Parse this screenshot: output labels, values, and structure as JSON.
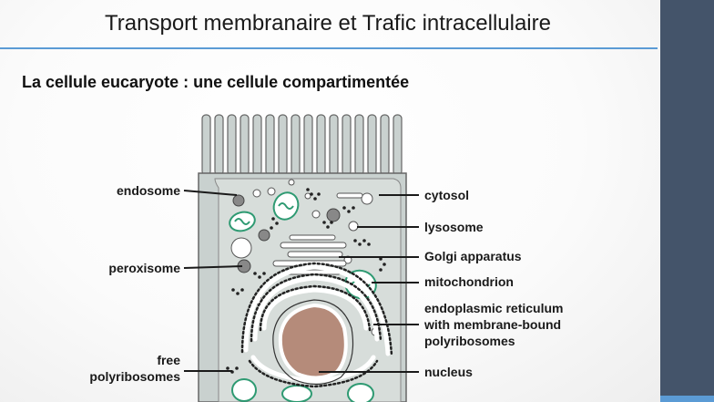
{
  "slide": {
    "title": "Transport membranaire et Trafic intracellulaire",
    "subtitle": "La cellule eucaryote : une cellule compartimentée"
  },
  "diagram": {
    "labels_left": {
      "endosome": "endosome",
      "peroxisome": "peroxisome",
      "free_line1": "free",
      "free_line2": "polyribosomes"
    },
    "labels_right": {
      "cytosol": "cytosol",
      "lysosome": "lysosome",
      "golgi": "Golgi apparatus",
      "mitochondrion": "mitochondrion",
      "er_line1": "endoplasmic reticulum",
      "er_line2": "with membrane-bound",
      "er_line3": "polyribosomes",
      "nucleus": "nucleus"
    }
  },
  "colors": {
    "accent": "#5b9bd5",
    "sidebar": "#44546a",
    "cell_fill": "#c9d1cf",
    "nucleus": "#b58b7a",
    "mitochondria": "#2e9a72"
  }
}
